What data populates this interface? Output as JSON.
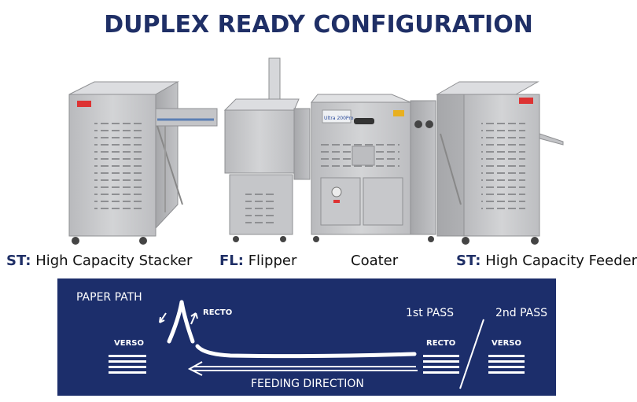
{
  "title": "DUPLEX READY CONFIGURATION",
  "machines": {
    "stacker": {
      "code": "ST:",
      "name": "High Capacity Stacker"
    },
    "flipper": {
      "code": "FL:",
      "name": "Flipper"
    },
    "coater": {
      "name": "Coater",
      "badge": "Ultra 200Pro"
    },
    "feeder": {
      "code": "ST:",
      "name": "High Capacity Feeder"
    }
  },
  "paper_path": {
    "heading": "PAPER PATH",
    "recto_top": "RECTO",
    "verso_left": "VERSO",
    "recto_right": "RECTO",
    "verso_right": "VERSO",
    "first_pass": "1st PASS",
    "second_pass": "2nd PASS",
    "feeding_direction": "FEEDING DIRECTION"
  },
  "colors": {
    "title": "#1f2f66",
    "panel": "#1c2e6b",
    "machine_body": "#c9cacc"
  }
}
